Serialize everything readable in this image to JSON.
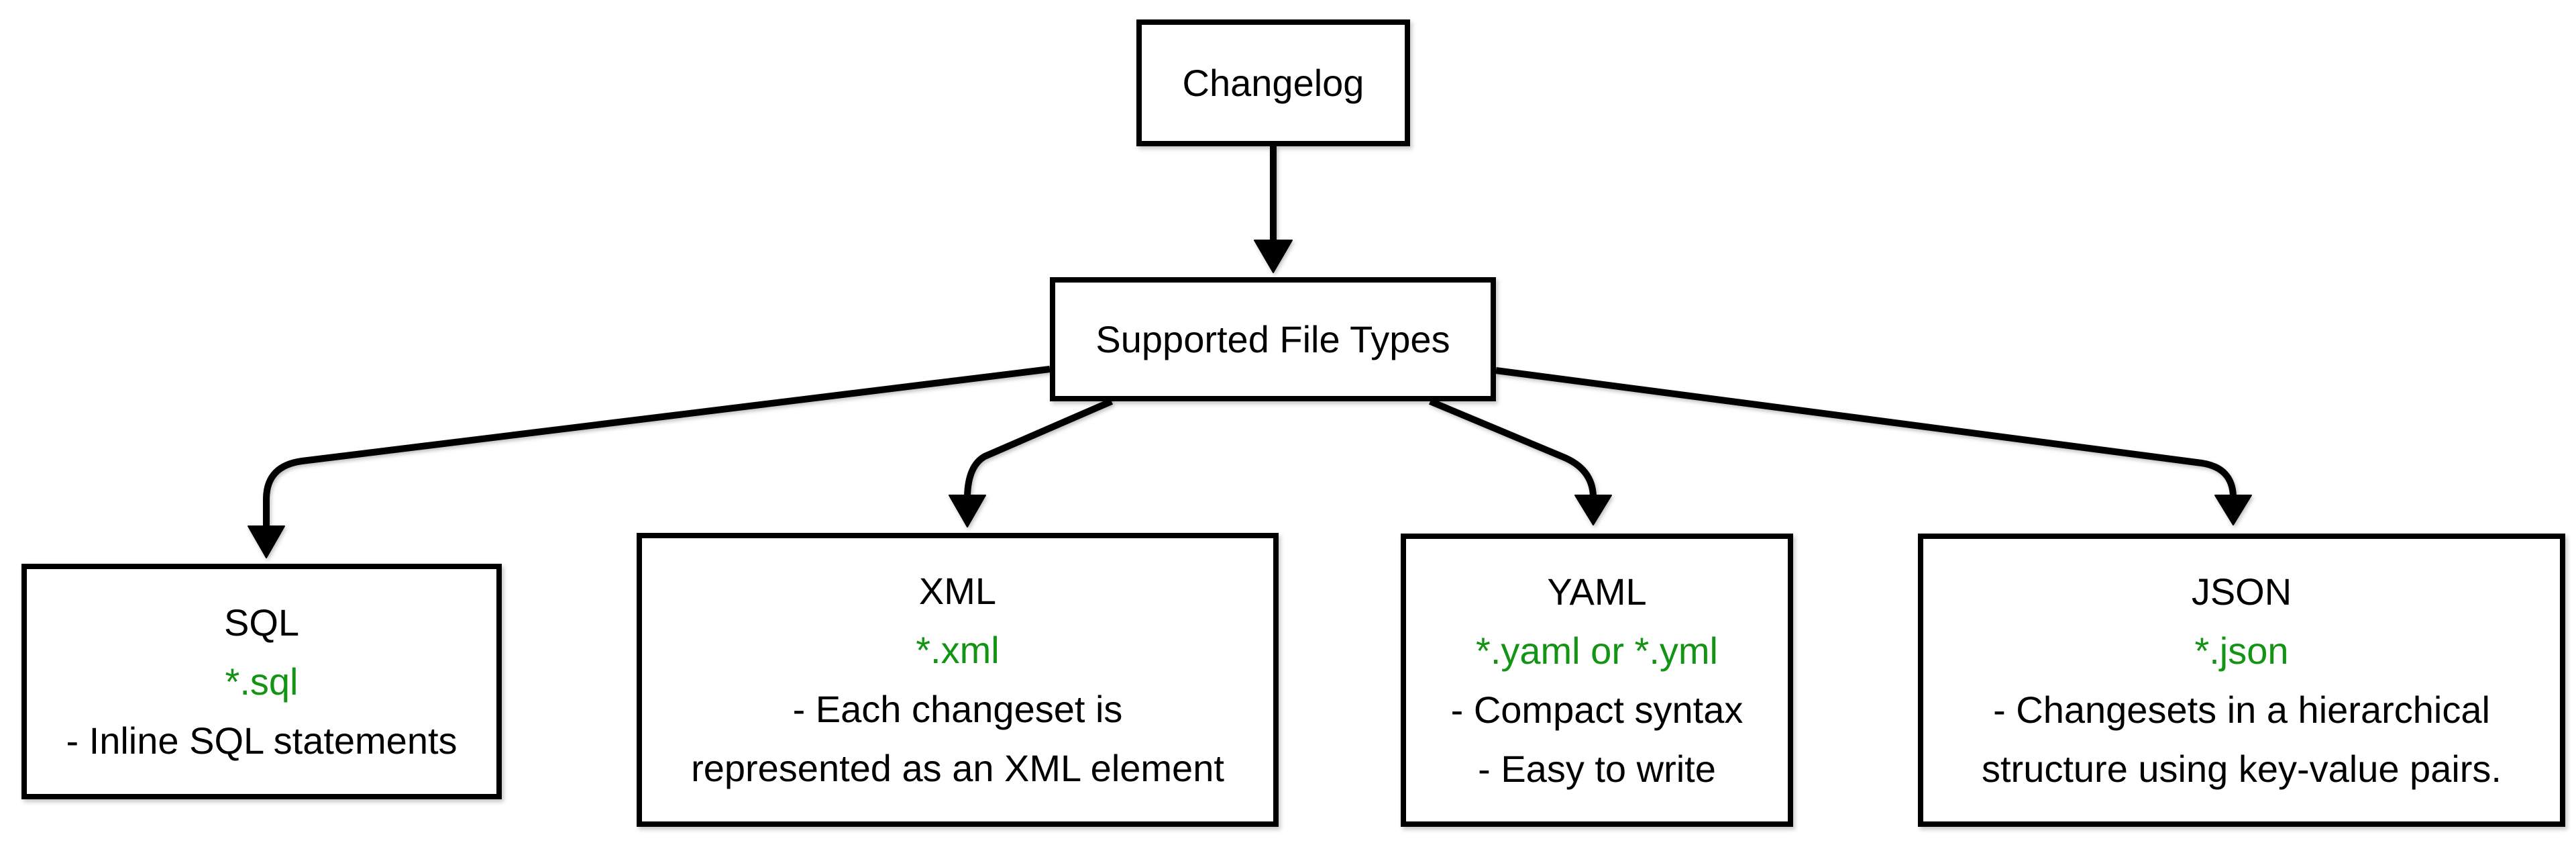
{
  "diagram": {
    "nodes": {
      "changelog": {
        "label": "Changelog"
      },
      "supported_file_types": {
        "label": "Supported File Types"
      }
    },
    "file_types": [
      {
        "name": "SQL",
        "pattern": "*.sql",
        "note_lines": [
          "- Inline SQL statements"
        ]
      },
      {
        "name": "XML",
        "pattern": "*.xml",
        "note_lines": [
          "- Each changeset is",
          "represented as an XML element"
        ]
      },
      {
        "name": "YAML",
        "pattern": "*.yaml or *.yml",
        "note_lines": [
          "- Compact syntax",
          "- Easy to write"
        ]
      },
      {
        "name": "JSON",
        "pattern": "*.json",
        "note_lines": [
          "- Changesets in a hierarchical",
          "structure using key-value pairs."
        ]
      }
    ],
    "colors": {
      "pattern_text": "#149414",
      "line": "#000000",
      "node_border": "#000000",
      "background": "#ffffff"
    }
  }
}
